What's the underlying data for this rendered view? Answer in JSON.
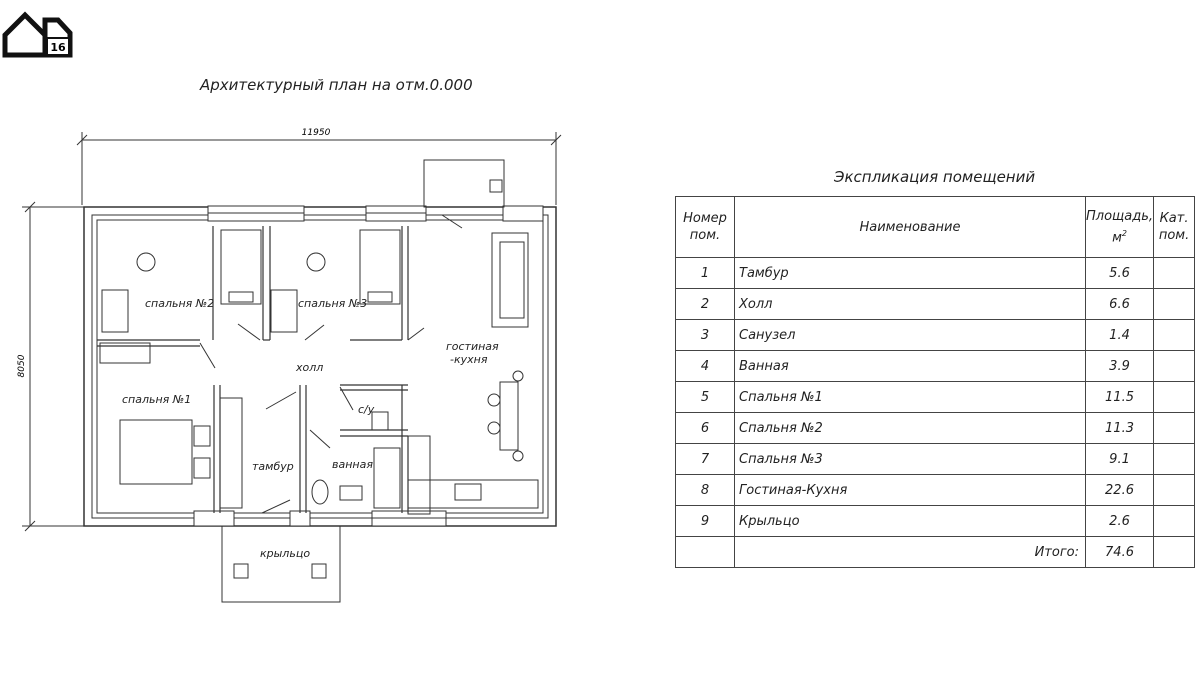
{
  "logo": {
    "badge": "16"
  },
  "plan": {
    "title": "Архитектурный план на отм.0.000",
    "dims": {
      "width": "11950",
      "height": "8050"
    },
    "rooms": {
      "bedroom1": "спальня №1",
      "bedroom2": "спальня №2",
      "bedroom3": "спальня №3",
      "hall": "холл",
      "living1": "гостиная",
      "living2": "-кухня",
      "wc": "с/у",
      "bath": "ванная",
      "tambour": "тамбур",
      "porch": "крыльцо"
    }
  },
  "explication": {
    "title": "Экспликация помещений",
    "headers": {
      "num_l1": "Номер",
      "num_l2": "пом.",
      "name": "Наименование",
      "area_l1": "Площадь,",
      "area_l2": "м",
      "area_sup": "2",
      "cat_l1": "Кат.",
      "cat_l2": "пом."
    },
    "rows": [
      {
        "num": "1",
        "name": "Тамбур",
        "area": "5.6"
      },
      {
        "num": "2",
        "name": "Холл",
        "area": "6.6"
      },
      {
        "num": "3",
        "name": "Санузел",
        "area": "1.4"
      },
      {
        "num": "4",
        "name": "Ванная",
        "area": "3.9"
      },
      {
        "num": "5",
        "name": "Спальня №1",
        "area": "11.5"
      },
      {
        "num": "6",
        "name": "Спальня №2",
        "area": "11.3"
      },
      {
        "num": "7",
        "name": "Спальня №3",
        "area": "9.1"
      },
      {
        "num": "8",
        "name": "Гостиная-Кухня",
        "area": "22.6"
      },
      {
        "num": "9",
        "name": "Крыльцо",
        "area": "2.6"
      }
    ],
    "total_label": "Итого:",
    "total_value": "74.6"
  }
}
